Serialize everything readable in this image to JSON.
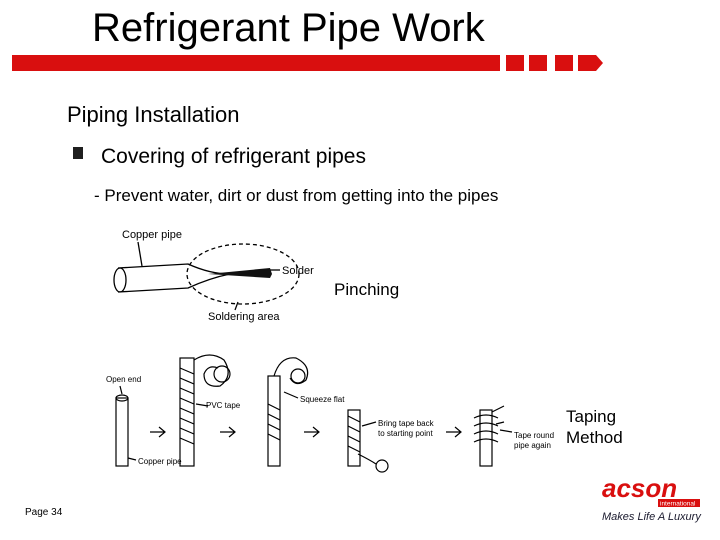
{
  "header": {
    "title": "Refrigerant Pipe Work",
    "accent_color": "#d90f0f"
  },
  "content": {
    "section_title": "Piping Installation",
    "bullet": "Covering of refrigerant pipes",
    "sub_bullet": "- Prevent water, dirt or dust from getting into the pipes"
  },
  "diagram_pinch": {
    "label_main": "Pinching",
    "copper_pipe": "Copper pipe",
    "solder": "Solder",
    "soldering_area": "Soldering area"
  },
  "diagram_taping": {
    "label_main_line1": "Taping",
    "label_main_line2": "Method",
    "open_end": "Open end",
    "pvc_tape": "PVC tape",
    "squeeze_flat": "Squeeze flat",
    "copper_pipe": "Copper pipe",
    "bring_back_line1": "Bring tape back",
    "bring_back_line2": "to starting point",
    "tape_round_line1": "Tape round",
    "tape_round_line2": "pipe again"
  },
  "footer": {
    "page": "Page 34",
    "logo_text": "acson",
    "logo_sub": "international",
    "tagline": "Makes Life A Luxury"
  }
}
